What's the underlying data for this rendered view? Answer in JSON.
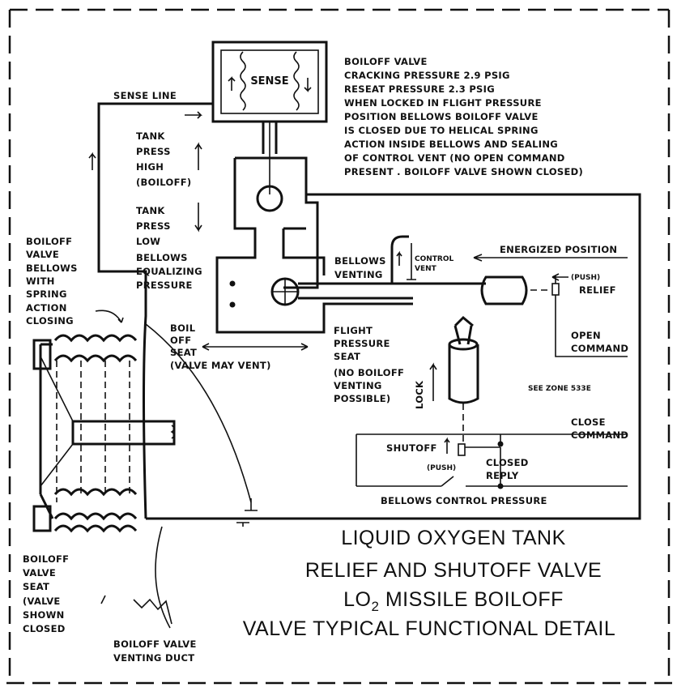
{
  "labels": {
    "boiloff_note": [
      "BOILOFF VALVE",
      "CRACKING PRESSURE 2.9 PSIG",
      "RESEAT PRESSURE 2.3 PSIG",
      "WHEN LOCKED IN FLIGHT PRESSURE",
      "POSITION BELLOWS BOILOFF VALVE",
      "IS CLOSED DUE TO HELICAL SPRING",
      "ACTION INSIDE BELLOWS AND SEALING",
      "OF CONTROL VENT (NO OPEN COMMAND",
      "PRESENT . BOILOFF VALVE SHOWN CLOSED)"
    ],
    "sense": "SENSE",
    "sense_line": "SENSE LINE",
    "tank_press_high": [
      "TANK",
      "PRESS",
      "HIGH",
      "(BOILOFF)"
    ],
    "tank_press_low": [
      "TANK",
      "PRESS",
      "LOW"
    ],
    "bellows_equalizing": [
      "BELLOWS",
      "EQUALIZING",
      "PRESSURE"
    ],
    "bellows_venting": [
      "BELLOWS",
      "VENTING"
    ],
    "control_vent": [
      "CONTROL",
      "VENT"
    ],
    "energized_position": "ENERGIZED POSITION",
    "push_top": "(PUSH)",
    "relief": "RELIEF",
    "open_command": [
      "OPEN",
      "COMMAND"
    ],
    "boiloff_valve_bellows": [
      "BOILOFF",
      "VALVE",
      "BELLOWS",
      "WITH",
      "SPRING",
      "ACTION",
      "CLOSING"
    ],
    "boil_off_seat": [
      "BOIL",
      "OFF",
      "SEAT",
      "(VALVE MAY VENT)"
    ],
    "flight_pressure_seat": [
      "FLIGHT",
      "PRESSURE",
      "SEAT",
      "(NO BOILOFF",
      "VENTING",
      "POSSIBLE)"
    ],
    "lock": "LOCK",
    "see_zone": "SEE ZONE 533E",
    "close_command": [
      "CLOSE",
      "COMMAND"
    ],
    "shutoff": "SHUTOFF",
    "push_bottom": "(PUSH)",
    "closed_reply": [
      "CLOSED",
      "REPLY"
    ],
    "bellows_control_pressure": "BELLOWS CONTROL PRESSURE",
    "boiloff_valve_seat": [
      "BOILOFF",
      "VALVE",
      "SEAT",
      "(VALVE",
      "SHOWN",
      "CLOSED"
    ],
    "venting_duct": [
      "BOILOFF  VALVE",
      "VENTING DUCT"
    ]
  },
  "title": {
    "line1": "LIQUID OXYGEN TANK",
    "line2": "RELIEF AND SHUTOFF VALVE",
    "line3_pre": "LO",
    "line3_sub": "2",
    "line3_post": " MISSILE BOILOFF",
    "line4": "VALVE TYPICAL FUNCTIONAL DETAIL"
  }
}
